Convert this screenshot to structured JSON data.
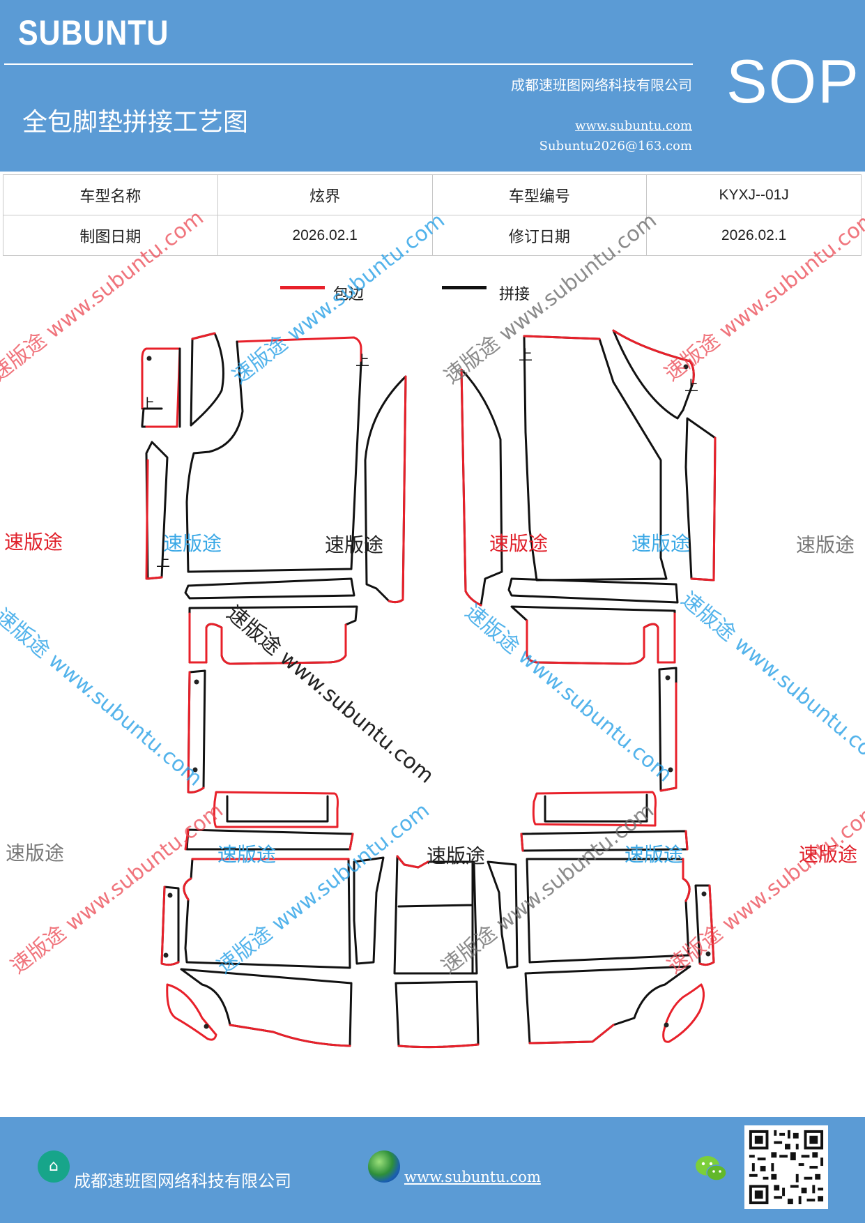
{
  "header": {
    "logo": "SUBUNTU",
    "doc_title": "全包脚垫拼接工艺图",
    "company": "成都速班图网络科技有限公司",
    "website": "www.subuntu.com",
    "email": "Subuntu2026@163.com",
    "badge": "SOP"
  },
  "info_table": {
    "rows": [
      {
        "label1": "车型名称",
        "value1": "炫界",
        "label2": "车型编号",
        "value2": "KYXJ--01J"
      },
      {
        "label1": "制图日期",
        "value1": "2026.02.1",
        "label2": "修订日期",
        "value2": "2026.02.1"
      }
    ]
  },
  "legend": {
    "edge_label": "包边",
    "edge_color": "#e8202a",
    "splice_label": "拼接",
    "splice_color": "#111111"
  },
  "drawing": {
    "mark_up": "上"
  },
  "watermark": {
    "brand": "速版途",
    "brand_url": "速版途 www.subuntu.com"
  },
  "footer": {
    "company": "成都速班图网络科技有限公司",
    "website": "www.subuntu.com"
  },
  "colors": {
    "header_bg": "#5b9bd5",
    "edge": "#e8202a",
    "splice": "#111111"
  },
  "icons": [
    "home-icon",
    "globe-icon",
    "wechat-icon",
    "qr-code"
  ]
}
